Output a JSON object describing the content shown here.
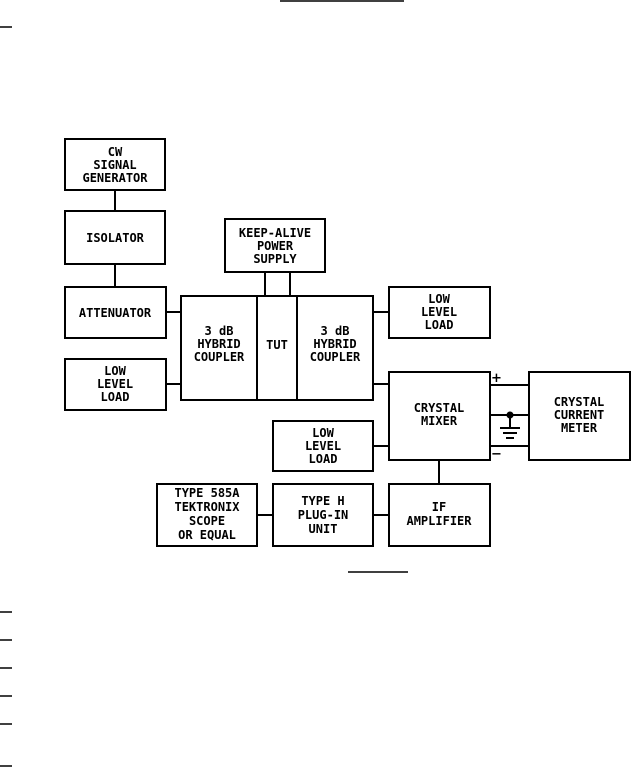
{
  "blocks": {
    "cw_generator": [
      "CW",
      "SIGNAL",
      "GENERATOR"
    ],
    "isolator": [
      "ISOLATOR"
    ],
    "keep_alive": [
      "KEEP-ALIVE",
      "POWER",
      "SUPPLY"
    ],
    "attenuator": [
      "ATTENUATOR"
    ],
    "coupler_left": [
      "3 dB",
      "HYBRID",
      "COUPLER"
    ],
    "tut": [
      "TUT"
    ],
    "coupler_right": [
      "3 dB",
      "HYBRID",
      "COUPLER"
    ],
    "low_load_top": [
      "LOW",
      "LEVEL",
      "LOAD"
    ],
    "low_load_left": [
      "LOW",
      "LEVEL",
      "LOAD"
    ],
    "crystal_mixer": [
      "CRYSTAL",
      "MIXER"
    ],
    "crystal_meter": [
      "CRYSTAL",
      "CURRENT",
      "METER"
    ],
    "low_load_mid": [
      "LOW",
      "LEVEL",
      "LOAD"
    ],
    "scope": [
      "TYPE 585A",
      "TEKTRONIX",
      "SCOPE",
      "OR EQUAL"
    ],
    "plugin": [
      "TYPE H",
      "PLUG-IN",
      "UNIT"
    ],
    "if_amp": [
      "IF",
      "AMPLIFIER"
    ]
  },
  "terminals": {
    "plus": "+",
    "minus": "−"
  }
}
